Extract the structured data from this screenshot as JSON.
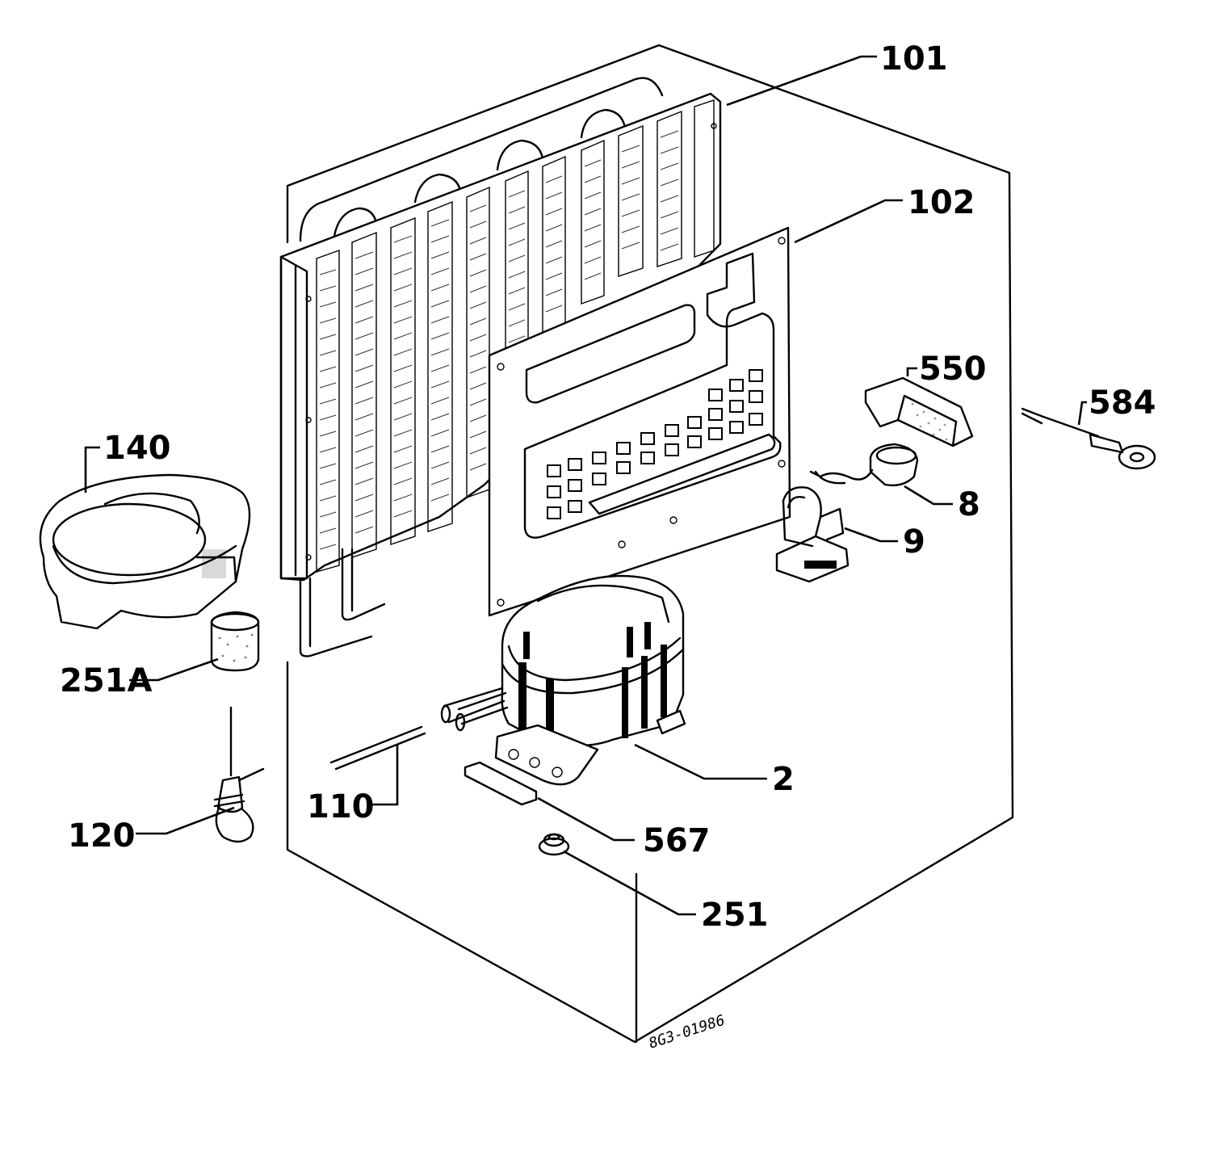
{
  "diagram": {
    "parts": [
      {
        "id": "p101",
        "label": "101",
        "icon": "condenser-icon"
      },
      {
        "id": "p102",
        "label": "102",
        "icon": "evaporator-plate-icon"
      },
      {
        "id": "p550",
        "label": "550",
        "icon": "relay-cover-icon"
      },
      {
        "id": "p584",
        "label": "584",
        "icon": "ground-screw-icon"
      },
      {
        "id": "p8",
        "label": "8",
        "icon": "overload-protector-icon"
      },
      {
        "id": "p9",
        "label": "9",
        "icon": "starter-relay-icon"
      },
      {
        "id": "p140",
        "label": "140",
        "icon": "drip-tray-icon"
      },
      {
        "id": "p251A",
        "label": "251A",
        "icon": "filter-drier-icon"
      },
      {
        "id": "p120",
        "label": "120",
        "icon": "capillary-tube-icon"
      },
      {
        "id": "p110",
        "label": "110",
        "icon": "process-tube-icon"
      },
      {
        "id": "p2",
        "label": "2",
        "icon": "compressor-icon"
      },
      {
        "id": "p567",
        "label": "567",
        "icon": "mounting-plate-icon"
      },
      {
        "id": "p251",
        "label": "251",
        "icon": "grommet-icon"
      }
    ],
    "drawing_code": "8G3-01986"
  }
}
